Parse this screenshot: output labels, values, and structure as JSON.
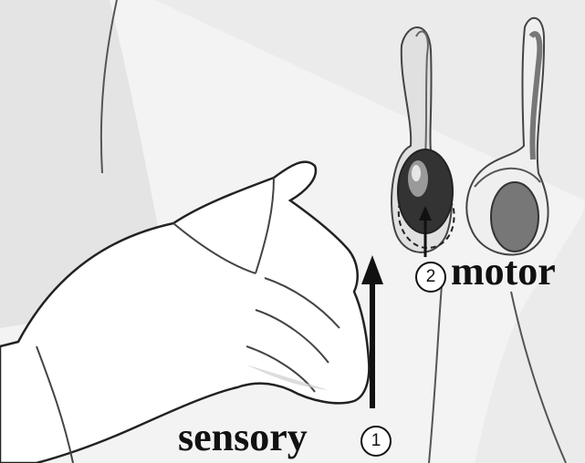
{
  "labels": {
    "motor": "motor",
    "sensory": "sensory",
    "step_motor": "2",
    "step_sensory": "1"
  },
  "colors": {
    "background": "#f2f2f2",
    "shading": "#d4d4d4",
    "outline": "#333333",
    "arrow": "#111111"
  }
}
